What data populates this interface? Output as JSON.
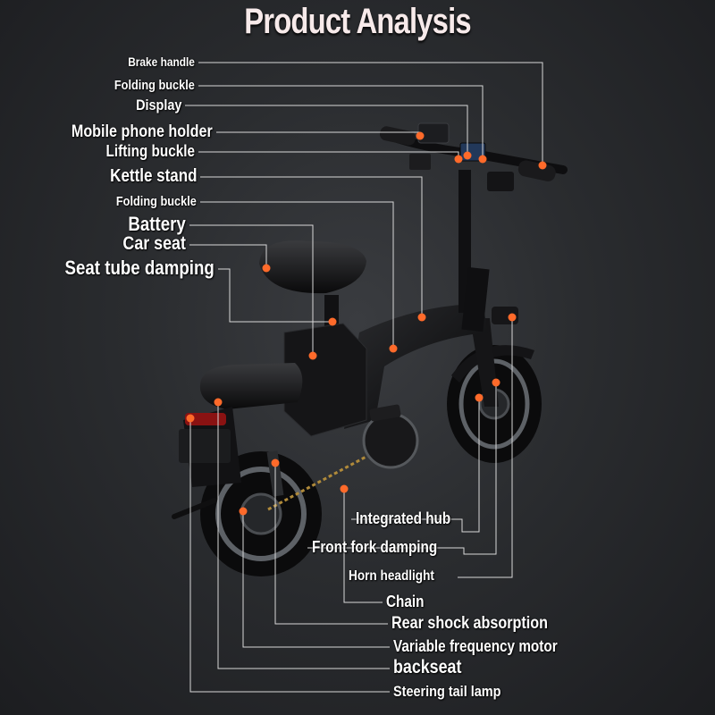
{
  "title": "Product Analysis",
  "colors": {
    "leader": "#d8d8d8",
    "marker": "#ff6a2a",
    "bike": "#0c0c0d",
    "rim": "#5d6166"
  },
  "labels_left": [
    "Brake handle",
    "Folding buckle",
    "Display",
    "Mobile phone holder",
    "Lifting buckle",
    "Kettle stand",
    "Folding buckle",
    "Battery",
    "Car seat",
    "Seat tube damping"
  ],
  "labels_bottom": [
    "Integrated hub",
    "Front fork damping",
    "Horn headlight",
    "Chain",
    "Rear shock absorption",
    "Variable frequency motor",
    "backseat",
    "Steering tail lamp"
  ]
}
